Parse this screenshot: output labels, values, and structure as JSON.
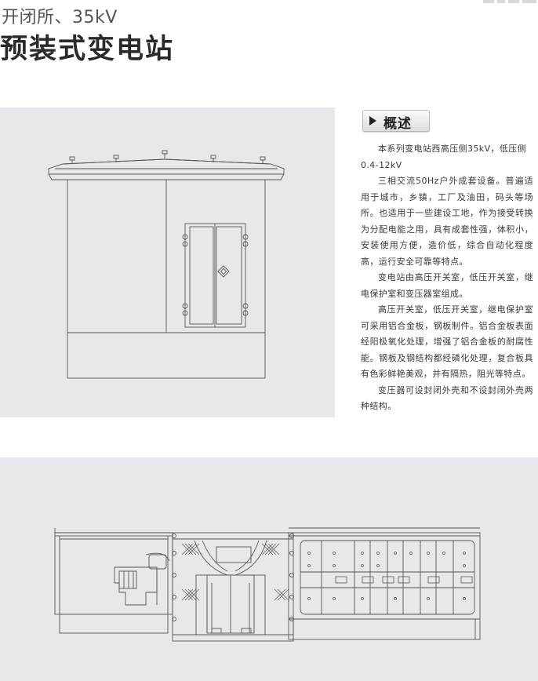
{
  "header": {
    "subtitle": "开闭所、35kV",
    "title": "预装式变电站"
  },
  "overview": {
    "heading": "概述",
    "paragraphs": [
      {
        "text": "本系列变电站西高压侧35kV，低压侧",
        "sub": "0.4-12kV"
      },
      {
        "text": "三相交流50Hz户外成套设备。普遍适用于城市，乡镇，工厂及油田，码头等场所。也适用于一些建设工地，作为接受转换为分配电能之用，具有成套性强，体积小，安装使用方便，造价低，综合自动化程度高，运行安全可靠等特点。"
      },
      {
        "text": "变电站由高压开关室，低压开关室，继电保护室和变压器室组成。"
      },
      {
        "text": "高压开关室，低压开关室，继电保护室可采用铝合金板，钢板制件。铝合金板表面经阳极氧化处理，增强了铝合金板的耐腐性能。钢板及钢结构都经磷化处理，复合板具有色彩鲜艳美观，并有隔热，阻光等特点。"
      },
      {
        "text": "变压器可设封闭外壳和不设封闭外壳两种结构。"
      }
    ]
  },
  "colors": {
    "panel_bg": "#e7e8ec",
    "line": "#444444",
    "title": "#2a2a2a"
  },
  "icons": {
    "heading_marker": "triangle-right-icon"
  }
}
